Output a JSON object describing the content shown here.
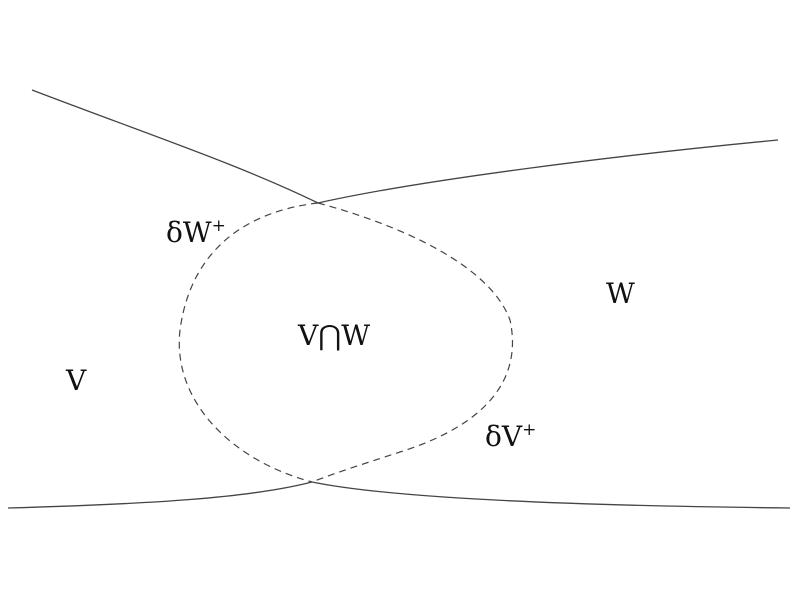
{
  "labels": {
    "region_v": "V",
    "region_w": "W",
    "intersection": "V⋂W",
    "delta_w_base": "δW",
    "delta_w_sup": "+",
    "delta_v_base": "δV",
    "delta_v_sup": "+"
  },
  "colors": {
    "stroke": "#444444",
    "text": "#111111",
    "background": "#ffffff"
  }
}
